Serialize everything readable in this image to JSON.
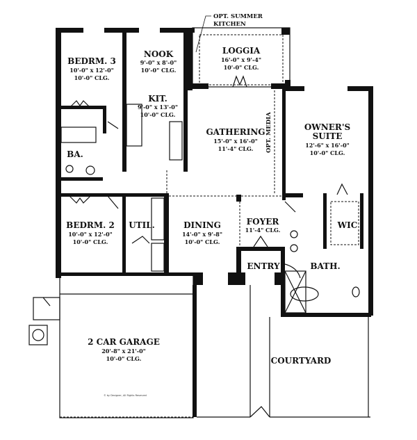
{
  "plan": {
    "rooms": [
      {
        "id": "bedroom-3",
        "name": "BEDRM. 3",
        "size": "10'-0\" x 12'-0\"",
        "ceiling": "10'-0\" CLG."
      },
      {
        "id": "nook",
        "name": "NOOK",
        "size": "9'-0\" x 8'-0\"",
        "ceiling": "10'-0\" CLG."
      },
      {
        "id": "loggia",
        "name": "LOGGIA",
        "size": "16'-0\" x 9'-4\"",
        "ceiling": "10'-0\" CLG."
      },
      {
        "id": "kitchen",
        "name": "KIT.",
        "size": "9'-0\" x 13'-0\"",
        "ceiling": "10'-0\" CLG."
      },
      {
        "id": "gathering",
        "name": "GATHERING",
        "size": "15'-0\" x 16'-0\"",
        "ceiling": "11'-4\" CLG."
      },
      {
        "id": "owners-suite",
        "name_line1": "OWNER'S",
        "name_line2": "SUITE",
        "size": "12'-6\" x 16'-0\"",
        "ceiling": "10'-0\" CLG."
      },
      {
        "id": "bath-shared",
        "name": "BA."
      },
      {
        "id": "bedroom-2",
        "name": "BEDRM. 2",
        "size": "10'-0\" x 12'-0\"",
        "ceiling": "10'-0\" CLG."
      },
      {
        "id": "utility",
        "name": "UTIL."
      },
      {
        "id": "dining",
        "name": "DINING",
        "size": "14'-0\" x 9'-8\"",
        "ceiling": "10'-0\" CLG."
      },
      {
        "id": "foyer",
        "name": "FOYER",
        "ceiling": "11'-4\" CLG."
      },
      {
        "id": "walk-in-closet",
        "name": "WIC"
      },
      {
        "id": "entry",
        "name": "ENTRY"
      },
      {
        "id": "owners-bath",
        "name": "BATH."
      },
      {
        "id": "garage",
        "name": "2 CAR GARAGE",
        "size": "20'-8\" x 21'-0\"",
        "ceiling": "10'-0\" CLG."
      },
      {
        "id": "courtyard",
        "name": "COURTYARD"
      }
    ],
    "annotations": {
      "summer_kitchen_line1": "OPT. SUMMER",
      "summer_kitchen_line2": "KITCHEN",
      "opt_media": "OPT. MEDIA",
      "copyright": "© by Designer, All Rights Reserved"
    }
  }
}
